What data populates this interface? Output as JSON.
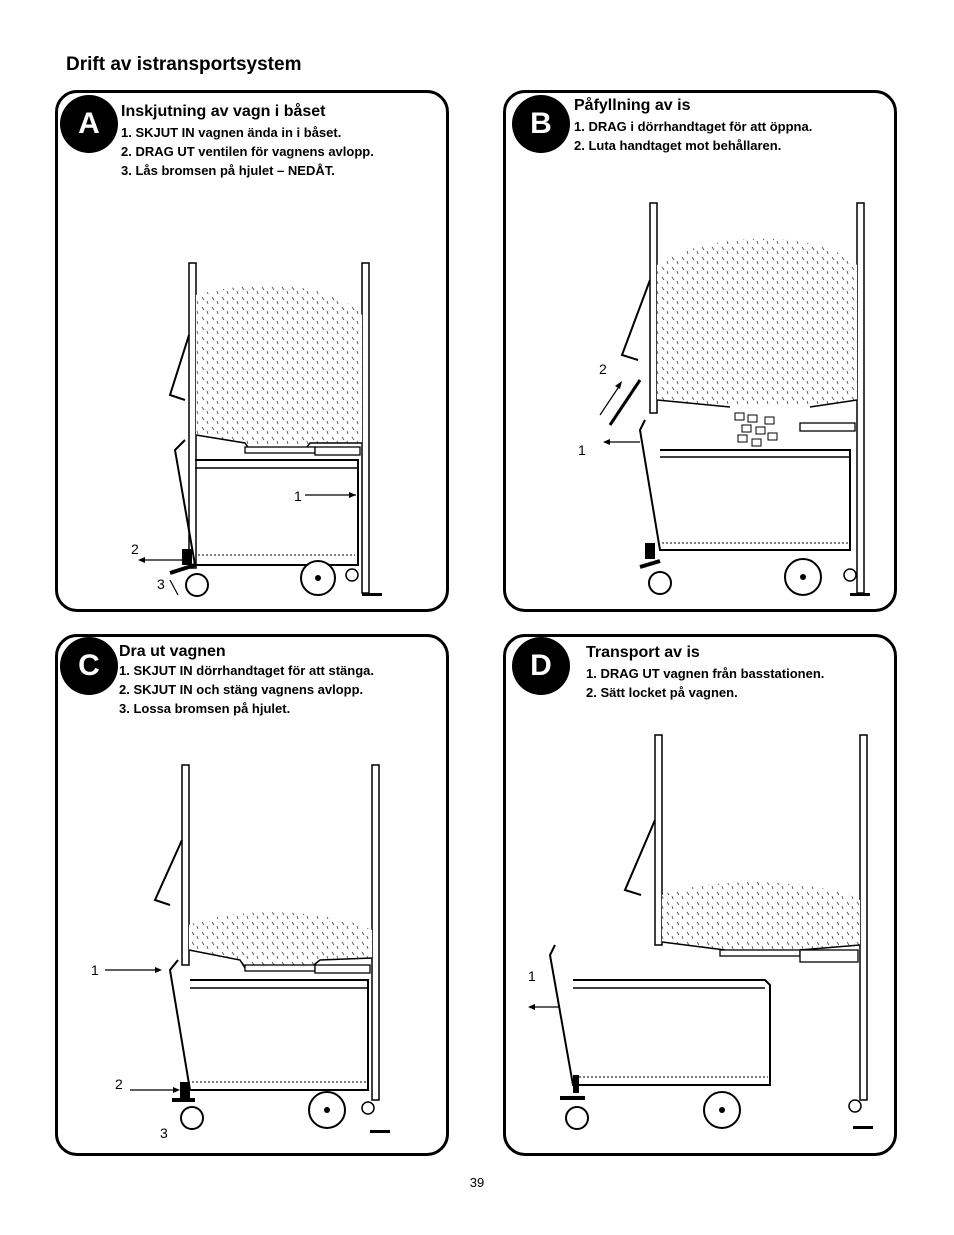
{
  "page": {
    "title": "Drift av istransportsystem",
    "number": "39"
  },
  "panels": {
    "a": {
      "badge": "A",
      "title": "Inskjutning av vagn i båset",
      "steps": [
        "1. SKJUT IN vagnen ända in i båset.",
        "2. DRAG UT ventilen för vagnens avlopp.",
        "3. Lås bromsen på hjulet – NEDÅT."
      ],
      "callouts": [
        "1",
        "2",
        "3"
      ]
    },
    "b": {
      "badge": "B",
      "title": "Påfyllning av is",
      "steps": [
        "1. DRAG i dörrhandtaget för att öppna.",
        "2. Luta handtaget mot behållaren."
      ],
      "callouts": [
        "2",
        "1"
      ]
    },
    "c": {
      "badge": "C",
      "title": "Dra ut vagnen",
      "steps": [
        "1. SKJUT IN dörrhandtaget för att stänga.",
        "2. SKJUT IN och stäng vagnens avlopp.",
        "3. Lossa bromsen på hjulet."
      ],
      "callouts": [
        "1",
        "2",
        "3"
      ]
    },
    "d": {
      "badge": "D",
      "title": "Transport av is",
      "steps": [
        "1. DRAG UT vagnen från basstationen.",
        "2. Sätt locket på vagnen."
      ],
      "callouts": [
        "1"
      ]
    }
  }
}
